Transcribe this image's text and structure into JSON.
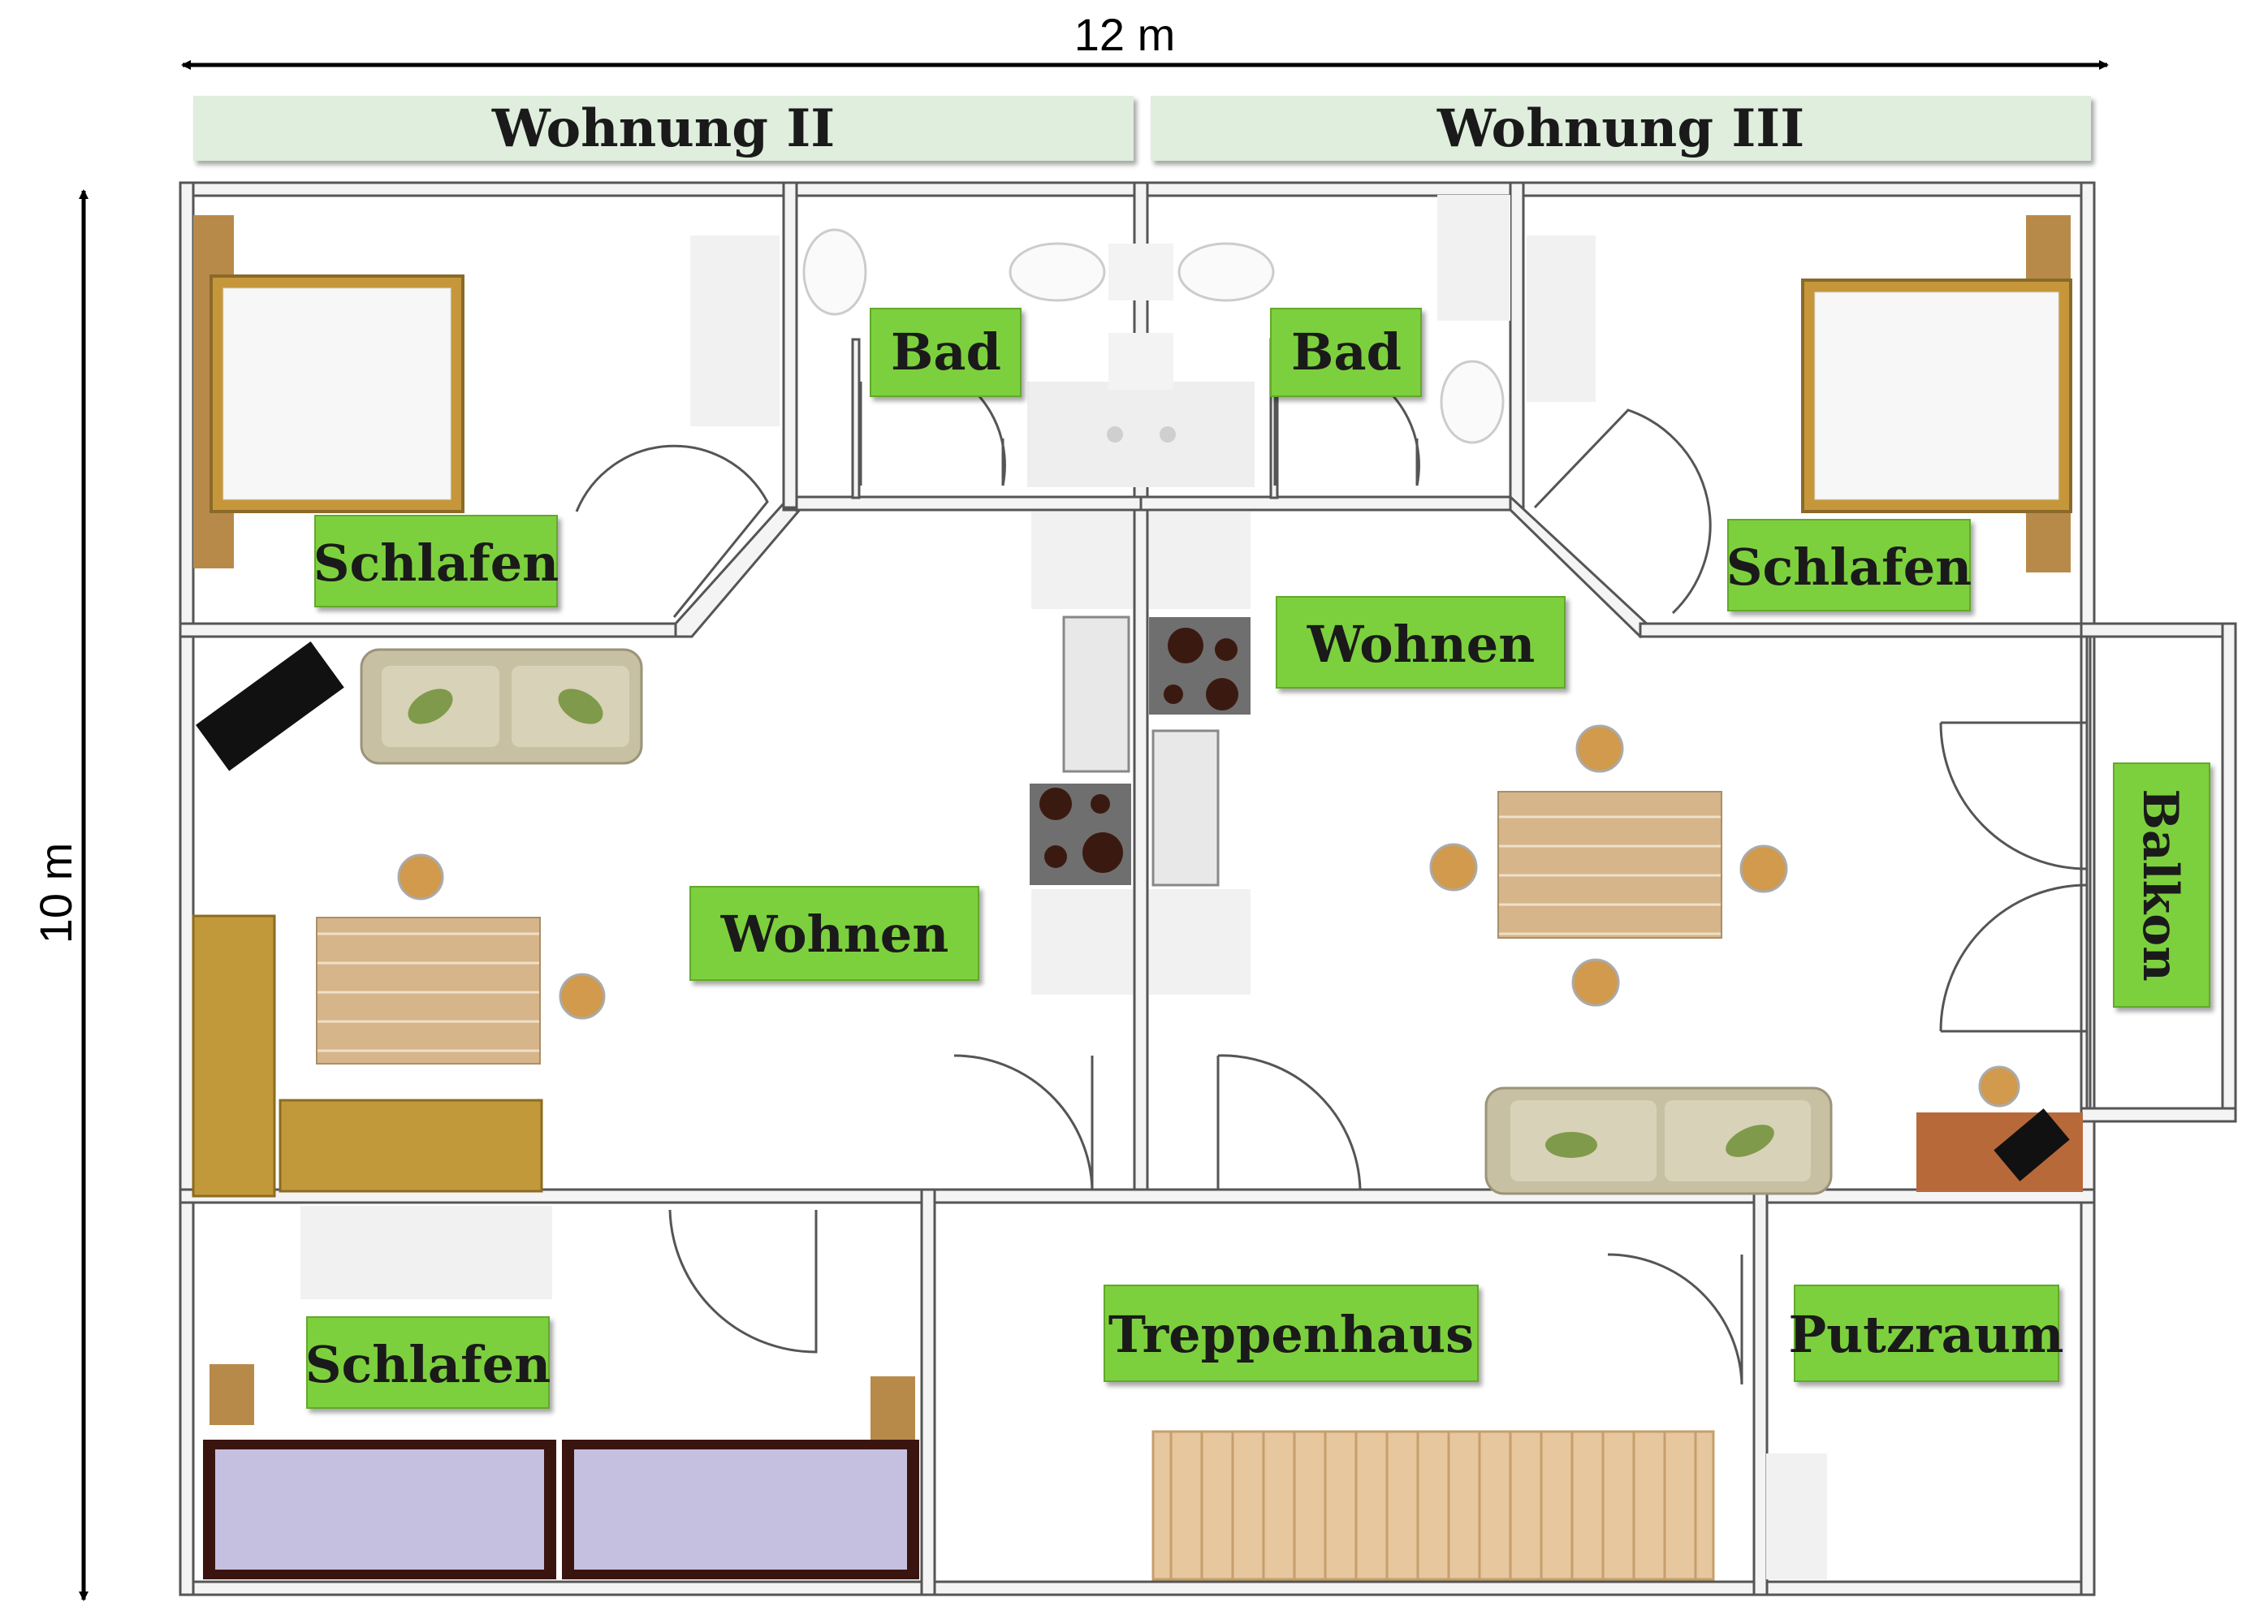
{
  "dimensions": {
    "width": "12 m",
    "height": "10 m"
  },
  "headers": {
    "left": "Wohnung II",
    "right": "Wohnung III"
  },
  "rooms": {
    "bad_left": "Bad",
    "bad_right": "Bad",
    "schlafen_top_left": "Schlafen",
    "schlafen_top_right": "Schlafen",
    "wohnen_left": "Wohnen",
    "wohnen_right": "Wohnen",
    "balkon": "Balkon",
    "schlafen_bottom_left": "Schlafen",
    "treppenhaus": "Treppenhaus",
    "putzraum": "Putzraum"
  },
  "colors": {
    "label_bg": "#7dd03c",
    "header_bg": "#dfeedd",
    "wall": "#555555",
    "wood": "#b88a4a",
    "sofa": "#c8c0a2",
    "stove": "#707070",
    "bed_purple": "#c6c0e0"
  }
}
